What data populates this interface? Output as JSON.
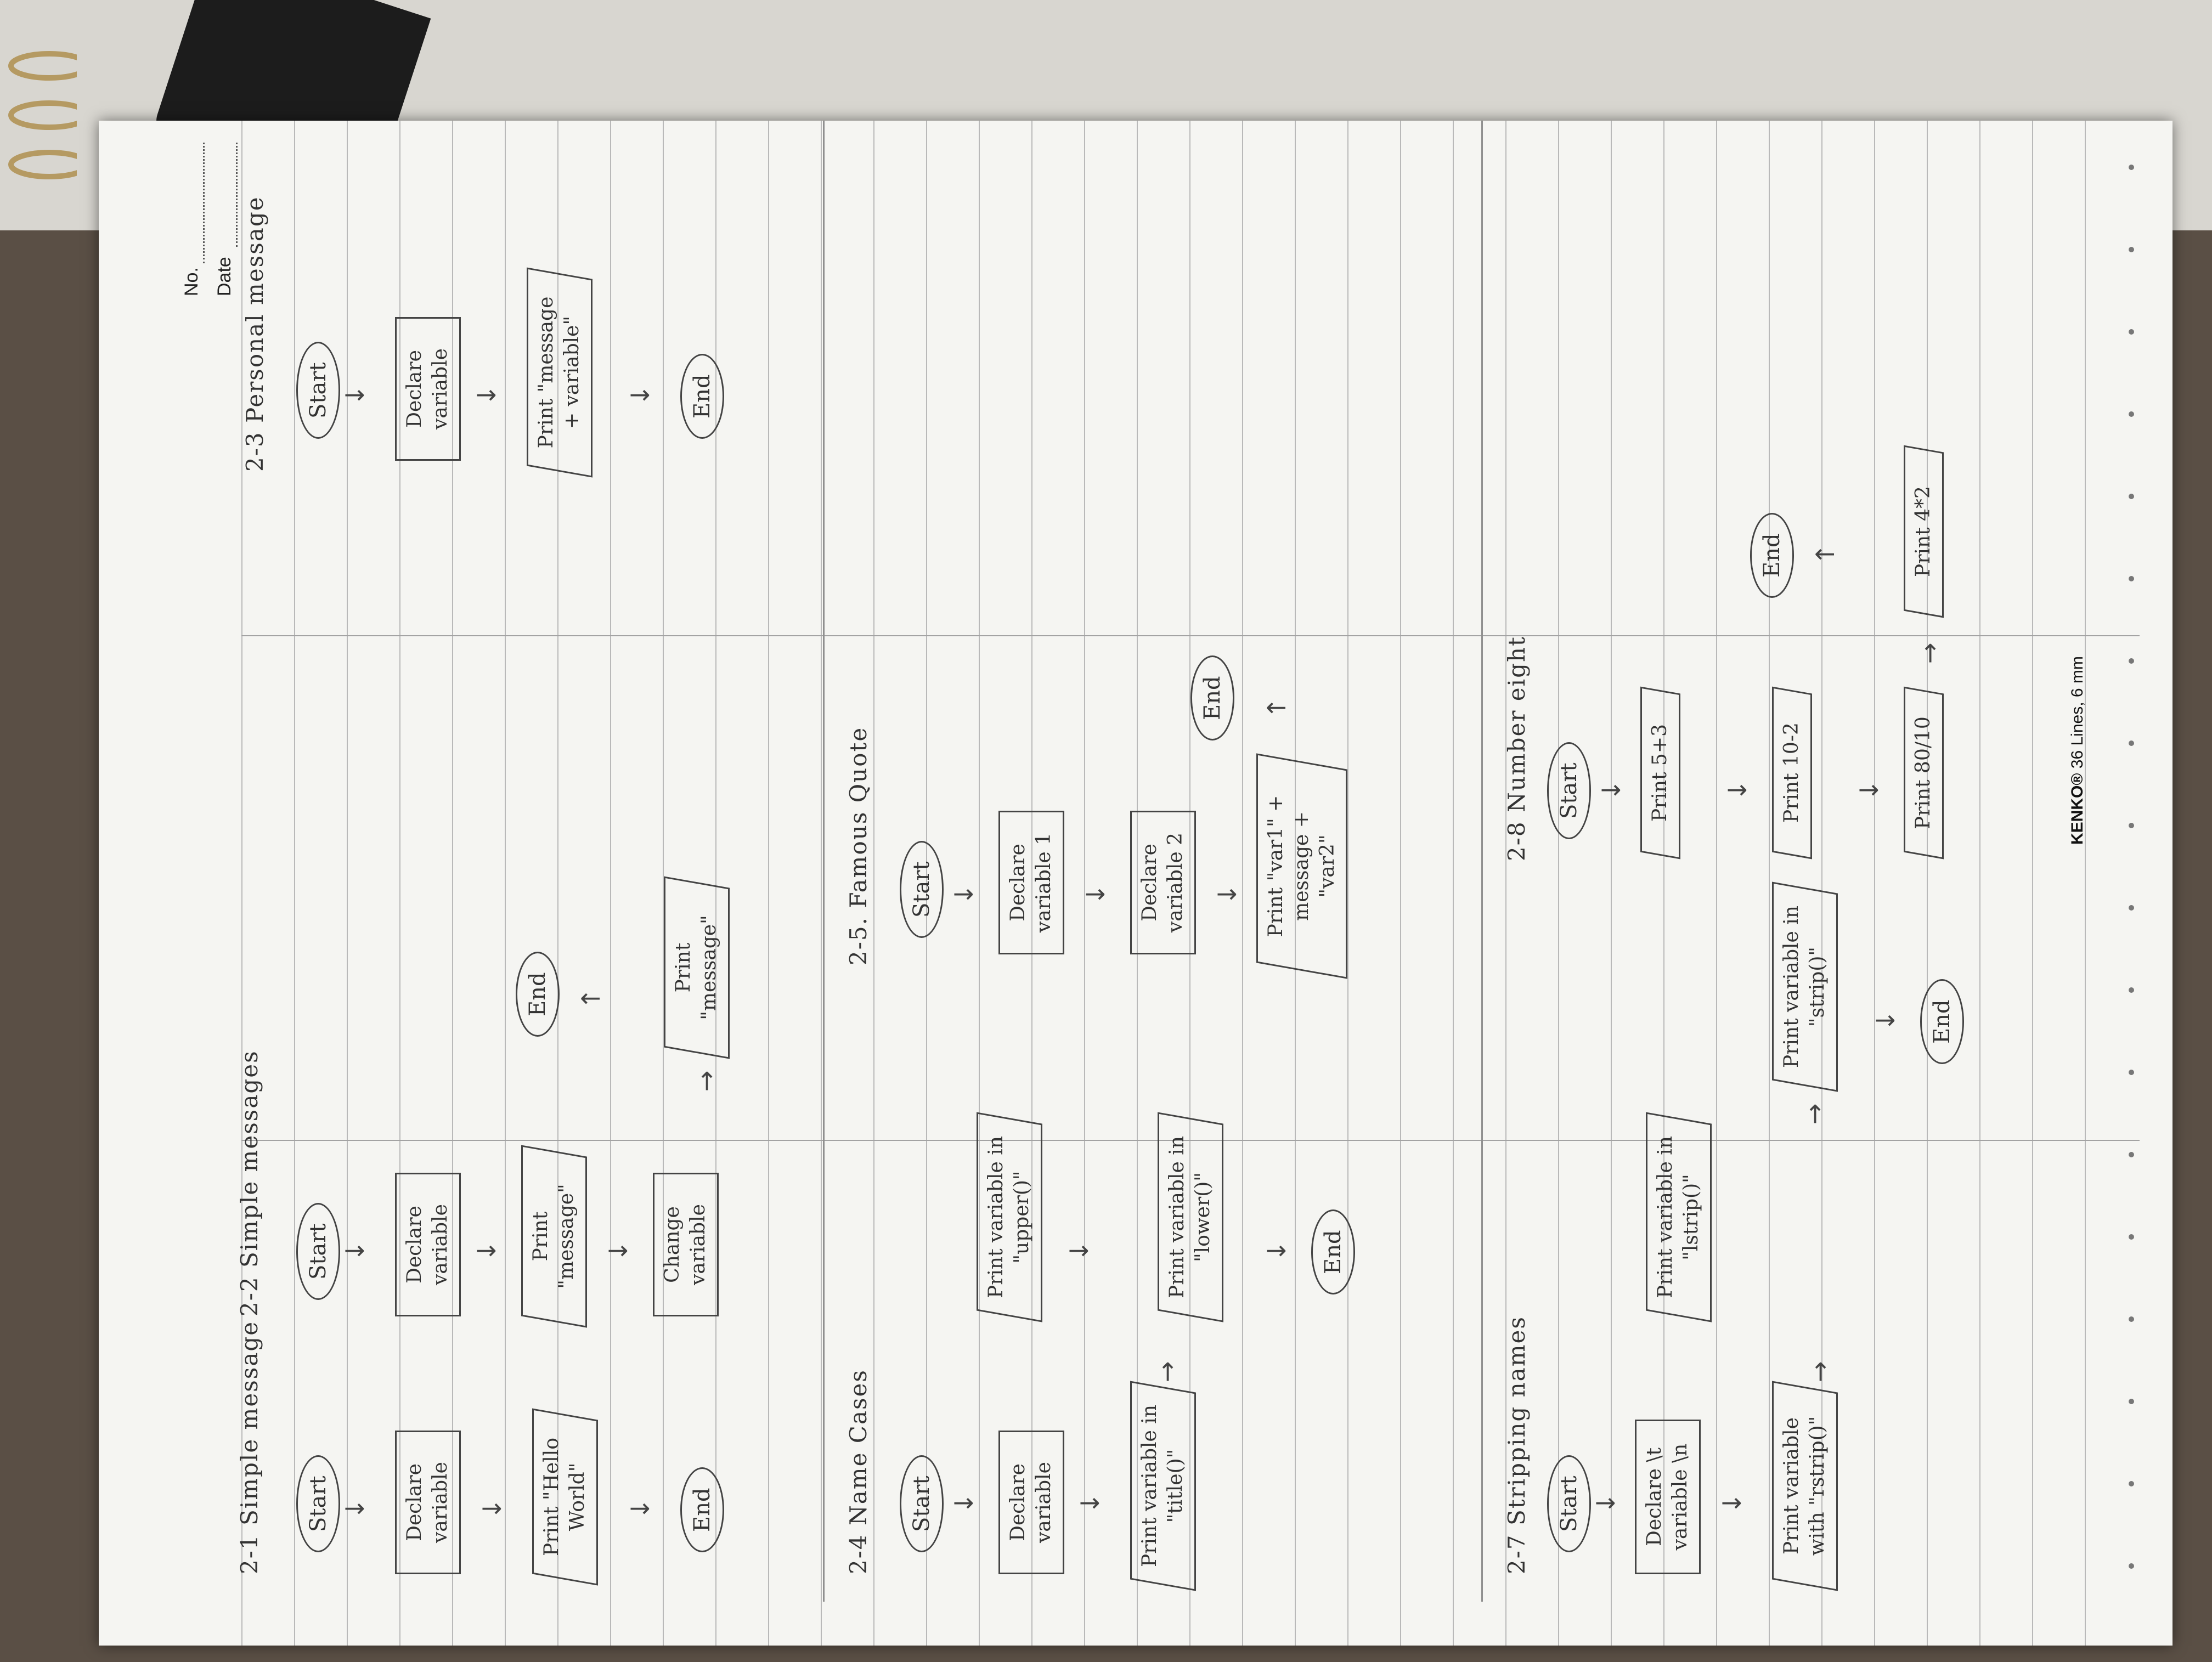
{
  "notebook": {
    "brand": "KENKO®",
    "spec": "36 Lines, 6 mm",
    "no_label": "No.",
    "date_label": "Date",
    "colors": {
      "paper": "#f5f5f2",
      "ink": "#3a3a3a",
      "rule": "#b9b9b9"
    }
  },
  "sections": {
    "s21": {
      "title": "2-1 Simple message",
      "start": "Start",
      "declare": "Declare variable",
      "print": "Print \"Hello World\"",
      "end": "End"
    },
    "s22": {
      "title": "2-2 Simple messages",
      "start": "Start",
      "declare": "Declare variable",
      "print1": "Print \"message\"",
      "change": "Change variable",
      "print2": "Print \"message\"",
      "end": "End"
    },
    "s23": {
      "title": "2-3 Personal message",
      "start": "Start",
      "declare": "Declare variable",
      "print": "Print \"message + variable\"",
      "end": "End"
    },
    "s24": {
      "title": "2-4 Name Cases",
      "start": "Start",
      "declare": "Declare variable",
      "print_title": "Print variable in \"title()\"",
      "print_upper": "Print variable in \"upper()\"",
      "print_lower": "Print variable in \"lower()\"",
      "end": "End"
    },
    "s25": {
      "title": "2-5. Famous Quote",
      "start": "Start",
      "declare1": "Declare variable 1",
      "declare2": "Declare variable 2",
      "print": "Print \"var1\" + message + \"var2\"",
      "end": "End"
    },
    "s27": {
      "title": "2-7 Stripping names",
      "start": "Start",
      "declare": "Declare \\t variable \\n",
      "print_rstrip": "Print variable with \"rstrip()\"",
      "print_lstrip": "Print variable in \"lstrip()\"",
      "print_strip": "Print variable in \"strip()\"",
      "end": "End"
    },
    "s28": {
      "title": "2-8 Number eight",
      "start": "Start",
      "p1": "Print 5+3",
      "p2": "Print 10-2",
      "p3": "Print 80/10",
      "p4": "Print 4*2",
      "end": "End"
    }
  }
}
